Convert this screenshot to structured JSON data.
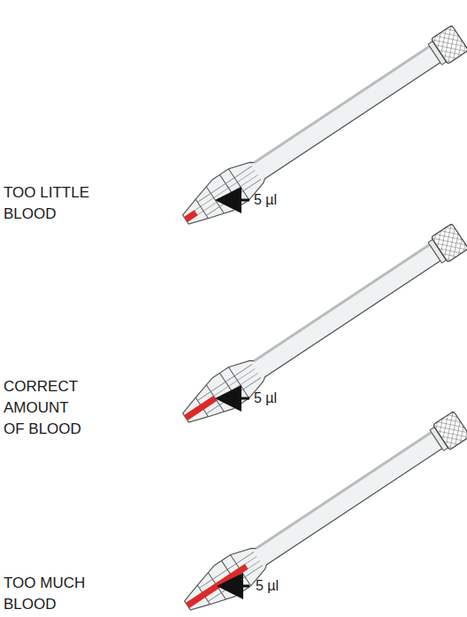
{
  "diagram": {
    "labels": [
      "TOO LITTLE BLOOD",
      "5 µl",
      "CORRECT AMOUNT OF BLOOD",
      "5 µl",
      "TOO MUCH BLOOD",
      "5 µl"
    ]
  }
}
